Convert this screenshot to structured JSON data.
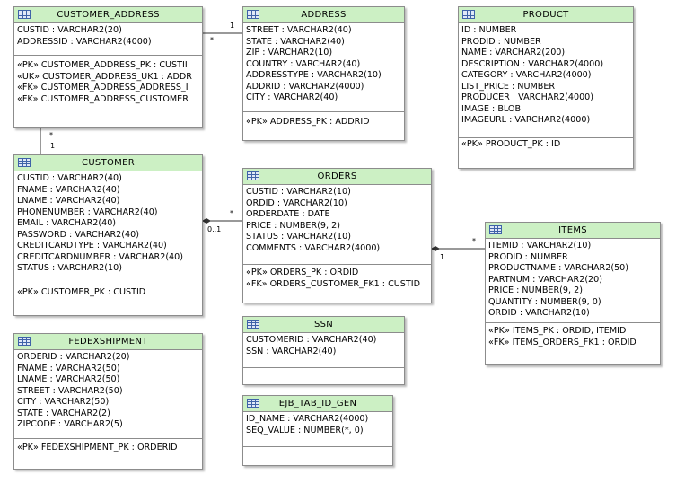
{
  "entities": {
    "customer_address": {
      "name": "CUSTOMER_ADDRESS",
      "columns": [
        "CUSTID : VARCHAR2(20)",
        "ADDRESSID : VARCHAR2(4000)"
      ],
      "constraints": [
        "«PK» CUSTOMER_ADDRESS_PK : CUSTII",
        "«UK» CUSTOMER_ADDRESS_UK1 : ADDR",
        "«FK» CUSTOMER_ADDRESS_ADDRESS_I",
        "«FK» CUSTOMER_ADDRESS_CUSTOMER"
      ]
    },
    "address": {
      "name": "ADDRESS",
      "columns": [
        "STREET : VARCHAR2(40)",
        "STATE : VARCHAR2(40)",
        "ZIP : VARCHAR2(10)",
        "COUNTRY : VARCHAR2(40)",
        "ADDRESSTYPE : VARCHAR2(10)",
        "ADDRID : VARCHAR2(4000)",
        "CITY : VARCHAR2(40)"
      ],
      "constraints": [
        "«PK» ADDRESS_PK : ADDRID"
      ]
    },
    "product": {
      "name": "PRODUCT",
      "columns": [
        "ID : NUMBER",
        "PRODID : NUMBER",
        "NAME : VARCHAR2(200)",
        "DESCRIPTION : VARCHAR2(4000)",
        "CATEGORY : VARCHAR2(4000)",
        "LIST_PRICE : NUMBER",
        "PRODUCER : VARCHAR2(4000)",
        "IMAGE : BLOB",
        "IMAGEURL : VARCHAR2(4000)"
      ],
      "constraints": [
        "«PK» PRODUCT_PK : ID"
      ]
    },
    "customer": {
      "name": "CUSTOMER",
      "columns": [
        "CUSTID : VARCHAR2(40)",
        "FNAME : VARCHAR2(40)",
        "LNAME : VARCHAR2(40)",
        "PHONENUMBER : VARCHAR2(40)",
        "EMAIL : VARCHAR2(40)",
        "PASSWORD : VARCHAR2(40)",
        "CREDITCARDTYPE : VARCHAR2(40)",
        "CREDITCARDNUMBER : VARCHAR2(40)",
        "STATUS : VARCHAR2(10)"
      ],
      "constraints": [
        "«PK» CUSTOMER_PK : CUSTID"
      ]
    },
    "orders": {
      "name": "ORDERS",
      "columns": [
        "CUSTID : VARCHAR2(10)",
        "ORDID : VARCHAR2(10)",
        "ORDERDATE : DATE",
        "PRICE : NUMBER(9, 2)",
        "STATUS : VARCHAR2(10)",
        "COMMENTS : VARCHAR2(4000)"
      ],
      "constraints": [
        "«PK» ORDERS_PK : ORDID",
        "«FK» ORDERS_CUSTOMER_FK1 : CUSTID"
      ]
    },
    "items": {
      "name": "ITEMS",
      "columns": [
        "ITEMID : VARCHAR2(10)",
        "PRODID : NUMBER",
        "PRODUCTNAME : VARCHAR2(50)",
        "PARTNUM : VARCHAR2(20)",
        "PRICE : NUMBER(9, 2)",
        "QUANTITY : NUMBER(9, 0)",
        "ORDID : VARCHAR2(10)"
      ],
      "constraints": [
        "«PK» ITEMS_PK : ORDID, ITEMID",
        "«FK» ITEMS_ORDERS_FK1 : ORDID"
      ]
    },
    "ssn": {
      "name": "SSN",
      "columns": [
        "CUSTOMERID : VARCHAR2(40)",
        "SSN : VARCHAR2(40)"
      ],
      "constraints": []
    },
    "fedexshipment": {
      "name": "FEDEXSHIPMENT",
      "columns": [
        "ORDERID : VARCHAR2(20)",
        "FNAME : VARCHAR2(50)",
        "LNAME : VARCHAR2(50)",
        "STREET : VARCHAR2(50)",
        "CITY : VARCHAR2(50)",
        "STATE : VARCHAR2(2)",
        "ZIPCODE : VARCHAR2(5)"
      ],
      "constraints": [
        "«PK» FEDEXSHIPMENT_PK : ORDERID"
      ]
    },
    "ejb_tab_id_gen": {
      "name": "EJB_TAB_ID_GEN",
      "columns": [
        "ID_NAME : VARCHAR2(4000)",
        "SEQ_VALUE : NUMBER(*, 0)"
      ],
      "constraints": []
    }
  },
  "relations": {
    "custaddr_address": {
      "near_address": "1",
      "near_custaddr": "*"
    },
    "custaddr_customer": {
      "near_custaddr": "*",
      "near_customer": "1"
    },
    "customer_orders": {
      "near_customer": "0..1",
      "near_orders": "*"
    },
    "orders_items": {
      "near_orders": "1",
      "near_items": "*"
    }
  }
}
